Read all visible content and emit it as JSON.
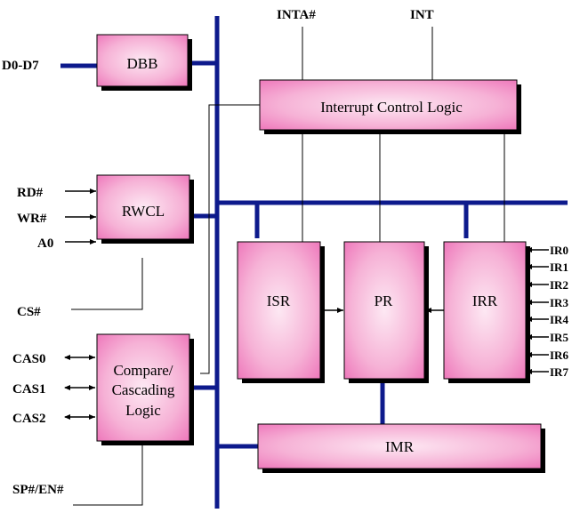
{
  "blocks": {
    "dbb": "DBB",
    "rwcl": "RWCL",
    "cascade_line1": "Compare/",
    "cascade_line2": "Cascading",
    "cascade_line3": "Logic",
    "icl": "Interrupt Control Logic",
    "isr": "ISR",
    "pr": "PR",
    "irr": "IRR",
    "imr": "IMR"
  },
  "pins": {
    "d0_d7": "D0-D7",
    "rd": "RD#",
    "wr": "WR#",
    "a0": "A0",
    "cs": "CS#",
    "cas0": "CAS0",
    "cas1": "CAS1",
    "cas2": "CAS2",
    "sp_en": "SP#/EN#",
    "inta": "INTA#",
    "int": "INT",
    "ir": [
      "IR0",
      "IR1",
      "IR2",
      "IR3",
      "IR4",
      "IR5",
      "IR6",
      "IR7"
    ]
  },
  "colors": {
    "bus": "#0d1a8c",
    "block_fill_light": "#fce4f0",
    "block_fill_dark": "#f07fc0",
    "shadow": "#000000"
  }
}
